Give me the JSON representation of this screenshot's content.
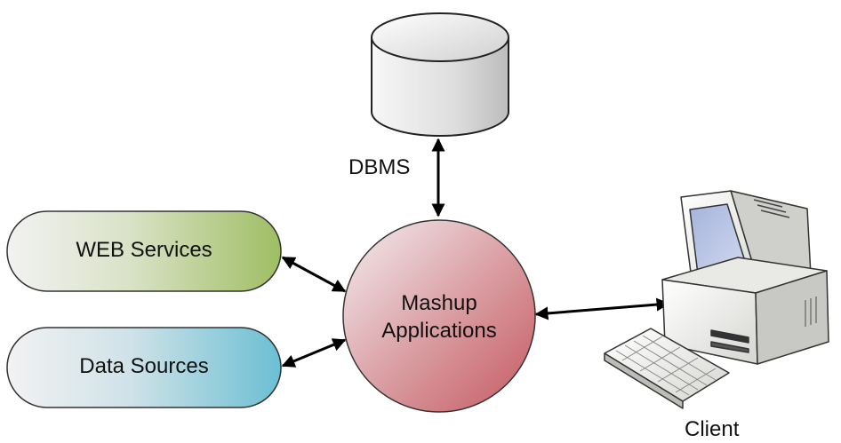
{
  "diagram": {
    "nodes": {
      "web_services": "WEB Services",
      "data_sources": "Data Sources",
      "dbms": "DBMS",
      "mashup_line1": "Mashup",
      "mashup_line2": "Applications",
      "client": "Client"
    },
    "edges": [
      {
        "from": "dbms",
        "to": "mashup",
        "direction": "both"
      },
      {
        "from": "web_services",
        "to": "mashup",
        "direction": "both"
      },
      {
        "from": "data_sources",
        "to": "mashup",
        "direction": "both"
      },
      {
        "from": "mashup",
        "to": "client",
        "direction": "both"
      }
    ],
    "colors": {
      "web_services_fill": "#9fbe63",
      "data_sources_fill": "#6bbfd3",
      "mashup_fill": "#c9656b",
      "dbms_fill": "#c9c9c9",
      "arrow": "#000000"
    }
  }
}
